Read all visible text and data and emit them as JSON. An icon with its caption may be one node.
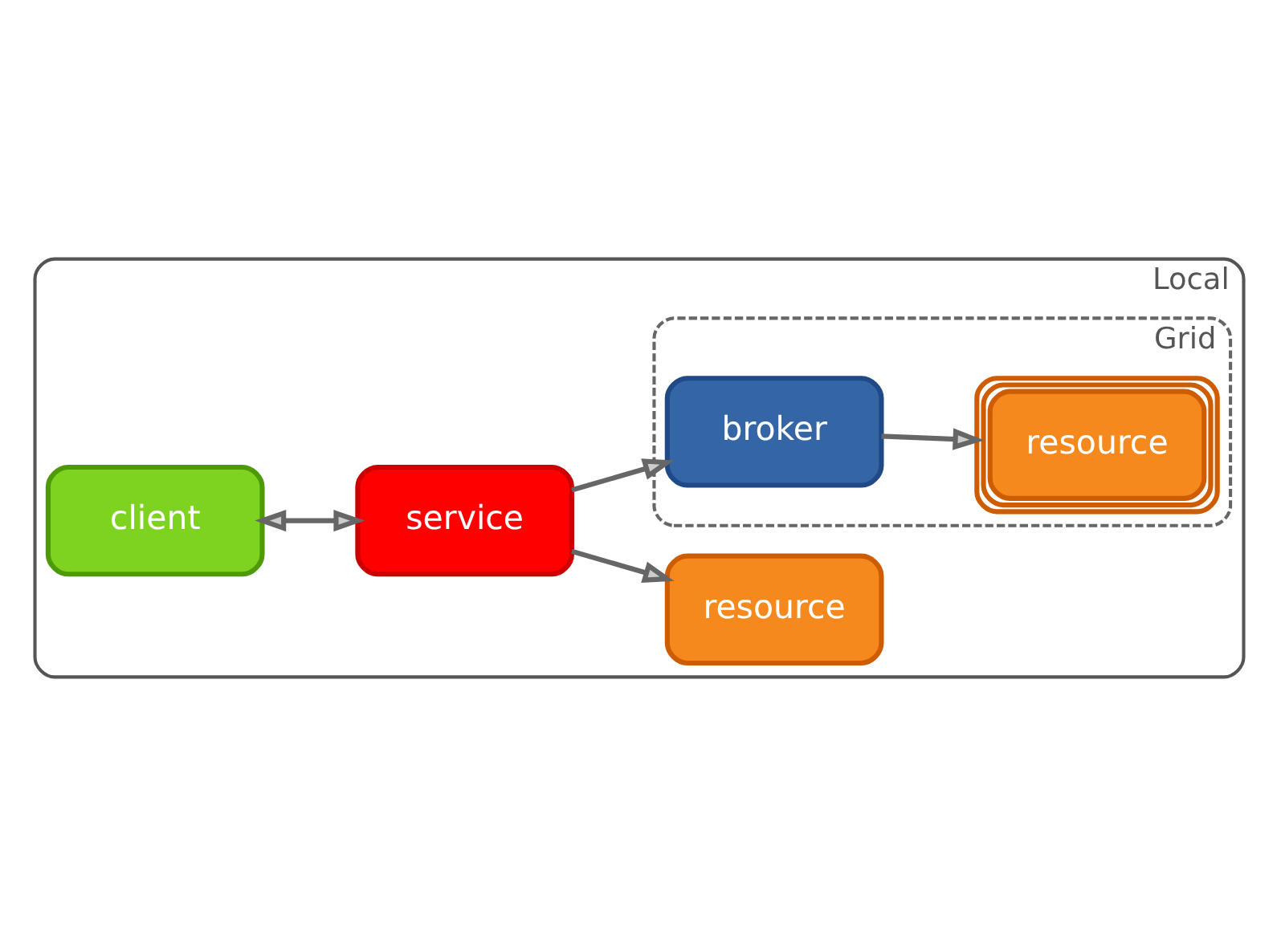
{
  "diagram": {
    "nodes": [
      {
        "text": [
          "Local"
        ]
      },
      {
        "text": [
          "client"
        ],
        "in": 0
      },
      {
        "text": [
          "service"
        ],
        "in": 0
      },
      {
        "text": [
          "resource"
        ],
        "in": 0
      },
      {
        "text": [
          "Grid"
        ],
        "in": 0
      },
      {
        "text": [
          "broker"
        ],
        "in": 4
      },
      {
        "text": [
          "resource"
        ],
        "in": 4
      }
    ],
    "edges": [
      {
        "from": 1,
        "to": 2,
        "arrow": "both"
      },
      {
        "from": 2,
        "to": 3,
        "arrow": "to"
      },
      {
        "from": 2,
        "to": 5,
        "arrow": "to"
      },
      {
        "from": 5,
        "to": 6,
        "arrow": "to"
      }
    ]
  }
}
